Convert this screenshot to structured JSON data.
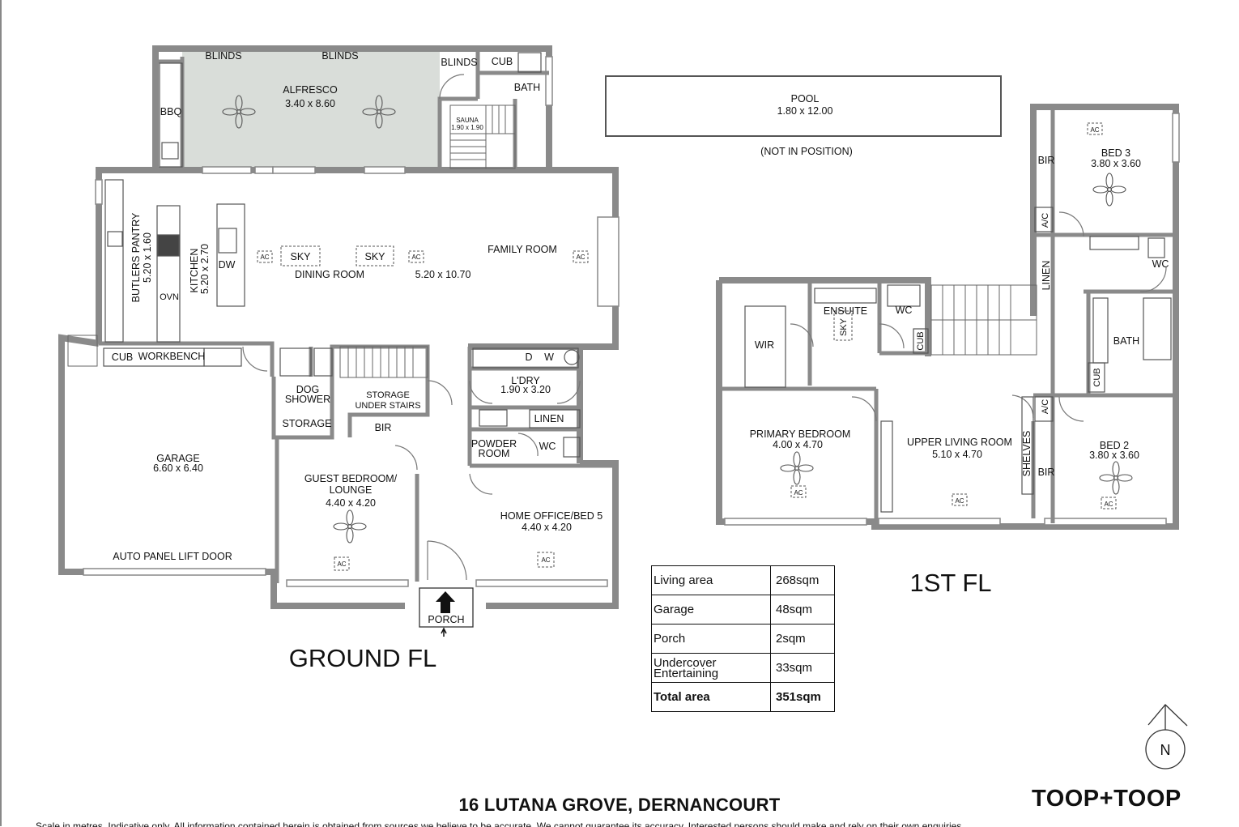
{
  "address": "16 LUTANA GROVE, DERNANCOURT",
  "brand": "TOOP+TOOP",
  "disclaimer": "Scale in metres. Indicative only. All information contained herein is obtained from sources we believe to be accurate. We cannot guarantee its accuracy. Interested persons should make and rely on their own enquiries.",
  "north_label": "N",
  "floor_titles": {
    "ground": "GROUND FL",
    "first": "1ST FL"
  },
  "ground": {
    "blinds": "BLINDS",
    "alfresco": {
      "name": "ALFRESCO",
      "dims": "3.40 x 8.60"
    },
    "cub_top": "CUB",
    "bath": "BATH",
    "sauna": {
      "name": "SAUNA",
      "dims": "1.90 x 1.90"
    },
    "bbq": "BBQ",
    "butlers": {
      "name": "BUTLERS PANTRY",
      "dims": "5.20 x 1.60"
    },
    "kitchen": {
      "name": "KITCHEN",
      "dims": "5.20 x 2.70"
    },
    "ovn": "OVN",
    "dw": "DW",
    "sky": "SKY",
    "dining": "DINING ROOM",
    "family": {
      "name": "FAMILY ROOM",
      "dims": "5.20 x 10.70"
    },
    "ac": "AC",
    "cub_garage": "CUB",
    "workbench": "WORKBENCH",
    "dog_shower": [
      "DOG",
      "SHOWER"
    ],
    "storage": "STORAGE",
    "storage_under": [
      "STORAGE",
      "UNDER STAIRS"
    ],
    "bir": "BIR",
    "laundry": {
      "name": "L'DRY",
      "dims": "1.90 x 3.20"
    },
    "d": "D",
    "w": "W",
    "linen": "LINEN",
    "powder": [
      "POWDER",
      "ROOM"
    ],
    "wc": "WC",
    "garage": {
      "name": "GARAGE",
      "dims": "6.60 x 6.40"
    },
    "guest": {
      "name": [
        "GUEST BEDROOM/",
        "LOUNGE"
      ],
      "dims": "4.40 x 4.20"
    },
    "office": {
      "name": "HOME OFFICE/BED 5",
      "dims": "4.40 x 4.20"
    },
    "garage_door": "AUTO PANEL LIFT DOOR",
    "porch": "PORCH"
  },
  "pool": {
    "name": "POOL",
    "dims": "1.80 x 12.00",
    "note": "(NOT IN POSITION)"
  },
  "first": {
    "bed3": {
      "name": "BED 3",
      "dims": "3.80 x 3.60"
    },
    "bir": "BIR",
    "ac_unit": "A/C",
    "linen": "LINEN",
    "wc": "WC",
    "ensuite": "ENSUITE",
    "sky": "SKY",
    "wir": "WIR",
    "cub": "CUB",
    "bath": "BATH",
    "primary": {
      "name": "PRIMARY BEDROOM",
      "dims": "4.00 x 4.70"
    },
    "upper_living": {
      "name": "UPPER LIVING ROOM",
      "dims": "5.10 x 4.70"
    },
    "shelves": "SHELVES",
    "bed2": {
      "name": "BED 2",
      "dims": "3.80 x 3.60"
    },
    "ac": "AC"
  },
  "areas": [
    {
      "label": "Living area",
      "value": "268sqm"
    },
    {
      "label": "Garage",
      "value": "48sqm"
    },
    {
      "label": "Porch",
      "value": "2sqm"
    },
    {
      "label": "Undercover Entertaining",
      "value": "33sqm"
    },
    {
      "label": "Total area",
      "value": "351sqm"
    }
  ]
}
